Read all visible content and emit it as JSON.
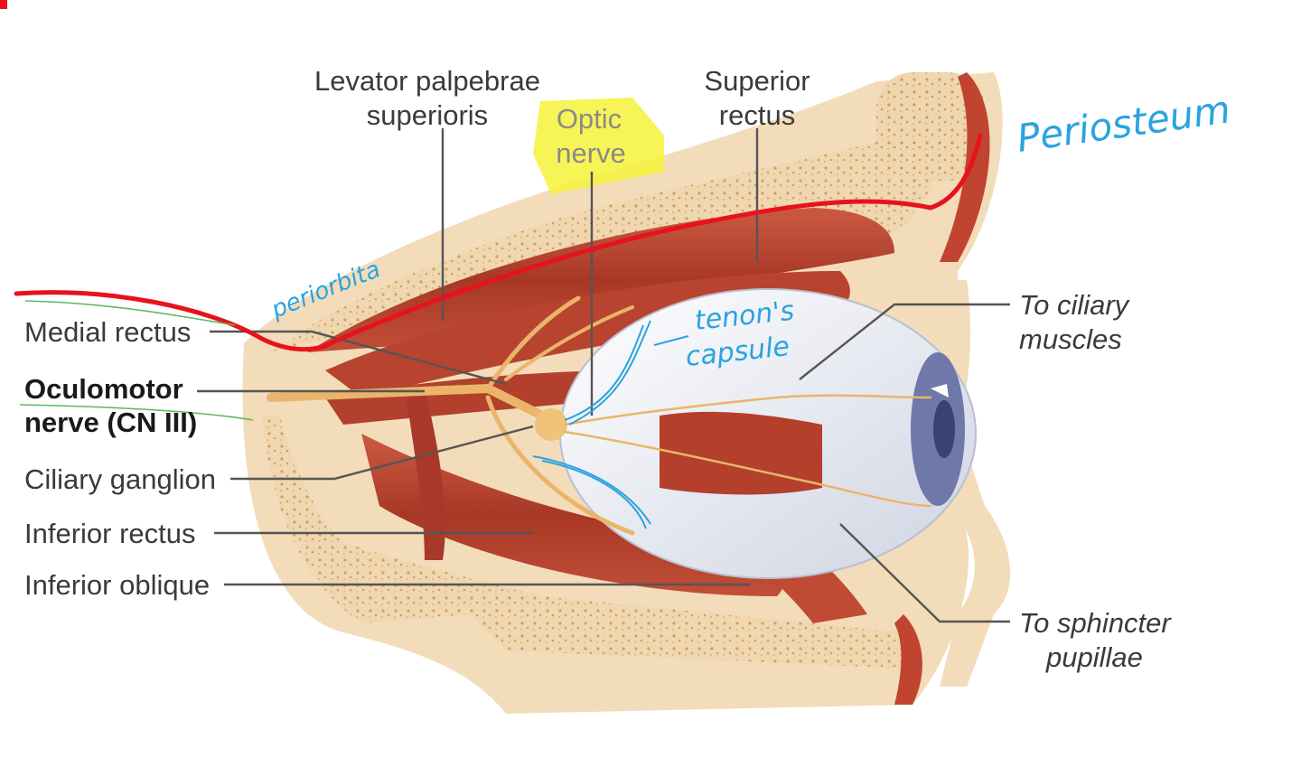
{
  "labels": {
    "levator_line1": "Levator palpebrae",
    "levator_line2": "superioris",
    "optic_line1": "Optic",
    "optic_line2": "nerve",
    "superior_line1": "Superior",
    "superior_line2": "rectus",
    "medial_rectus": "Medial rectus",
    "oculomotor_line1": "Oculomotor",
    "oculomotor_line2": "nerve (CN III)",
    "ciliary_ganglion": "Ciliary ganglion",
    "inferior_rectus": "Inferior rectus",
    "inferior_oblique": "Inferior oblique",
    "to_ciliary_line1": "To ciliary",
    "to_ciliary_line2": "muscles",
    "to_sphincter_line1": "To sphincter",
    "to_sphincter_line2": "pupillae"
  },
  "handwritten": {
    "periosteum": "Periosteum",
    "periorbita": "periorbita",
    "tenons_line1": "tenon's",
    "tenons_line2": "capsule"
  },
  "colors": {
    "bone": "#f1d9b5",
    "bone_spongy": "#e3c193",
    "muscle": "#b8432f",
    "muscle_light": "#d2644a",
    "nerve": "#f0c27a",
    "eyeball": "#eceef4",
    "iris": "#6f78a8",
    "annotation_red": "#e8121c",
    "annotation_blue": "#2aa3e0",
    "highlight_yellow": "#f6f23a"
  }
}
